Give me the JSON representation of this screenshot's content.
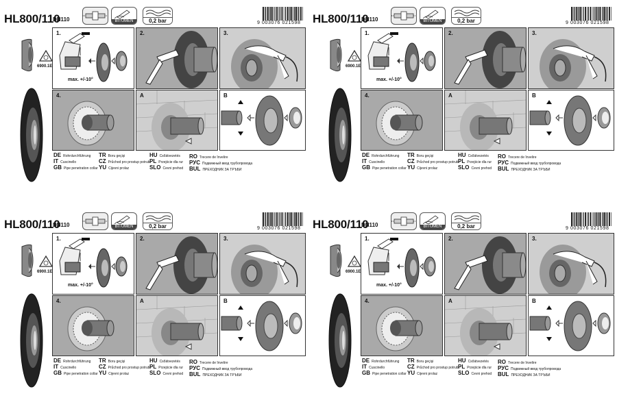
{
  "product": {
    "title": "HL800/110",
    "dn": "DN110",
    "icon_bitumen": "BITUMEN",
    "icon_pressure": "0,2 bar",
    "barcode_number": "9 003076 021598",
    "material_code": "6900.1E"
  },
  "steps": {
    "s1": "1.",
    "s2": "2.",
    "s3": "3.",
    "s4": "4.",
    "sA": "A",
    "sB": "B",
    "max_label": "max. +/-10°"
  },
  "languages": [
    {
      "code": "DE",
      "text": "Rohrdurchführung"
    },
    {
      "code": "IT",
      "text": "Cuscinello"
    },
    {
      "code": "GB",
      "text": "Pipe penetration collar"
    },
    {
      "code": "TR",
      "text": "Boru geçişi"
    },
    {
      "code": "CZ",
      "text": "Průchod pro prostup potrubí"
    },
    {
      "code": "YU",
      "text": "Cijevni prolaz"
    },
    {
      "code": "HU",
      "text": "Csőátvezetés"
    },
    {
      "code": "PL",
      "text": "Przejście dla rur"
    },
    {
      "code": "SLO",
      "text": "Cevni prehod"
    },
    {
      "code": "RO",
      "text": "Trecere de învelire"
    },
    {
      "code": "РУС",
      "text": "Подвижный ввод трубопровода"
    },
    {
      "code": "BUL",
      "text": "ПРЕХОДНИК ЗА ТРЪБИ"
    }
  ]
}
